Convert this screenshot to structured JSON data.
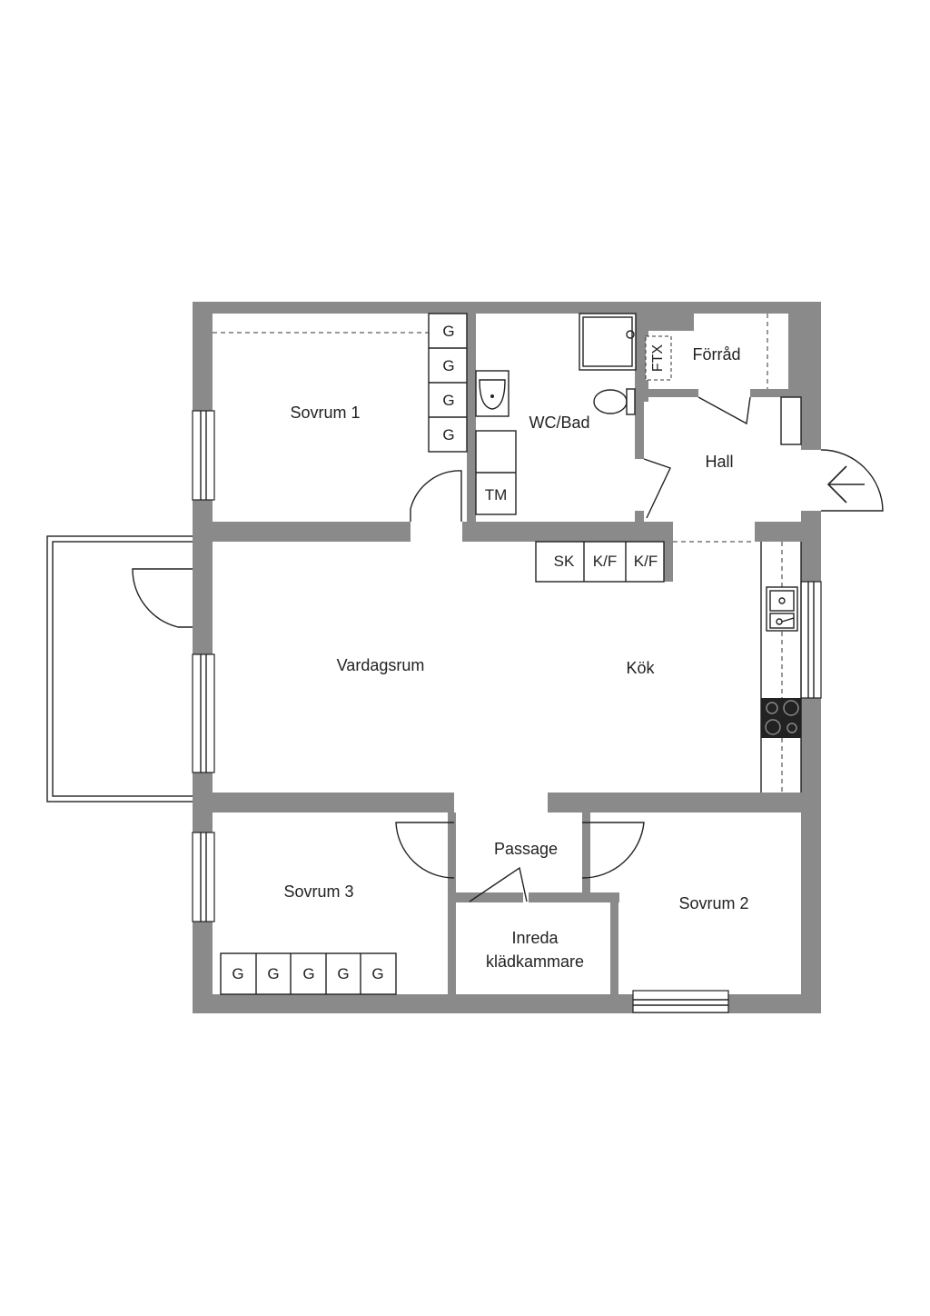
{
  "rooms": {
    "sovrum1": "Sovrum 1",
    "wc_bad": "WC/Bad",
    "forrad": "Förråd",
    "hall": "Hall",
    "vardagsrum": "Vardagsrum",
    "kok": "Kök",
    "passage": "Passage",
    "sovrum3": "Sovrum 3",
    "sovrum2": "Sovrum 2",
    "inreda_line1": "Inreda",
    "inreda_line2": "klädkammare"
  },
  "fixtures": {
    "wardrobe": "G",
    "dryer": "TM",
    "ventilation": "FTX",
    "kitchen_cabinets": [
      "SK",
      "K/F",
      "K/F"
    ]
  },
  "icons": {
    "entrance": "arrow-left-icon",
    "sink": "sink-icon",
    "stove": "stove-icon",
    "toilet": "toilet-icon",
    "shower": "shower-icon",
    "washbasin": "washbasin-icon"
  },
  "colors": {
    "wall": "#8a8a8a",
    "line": "#222222",
    "background": "#ffffff"
  }
}
